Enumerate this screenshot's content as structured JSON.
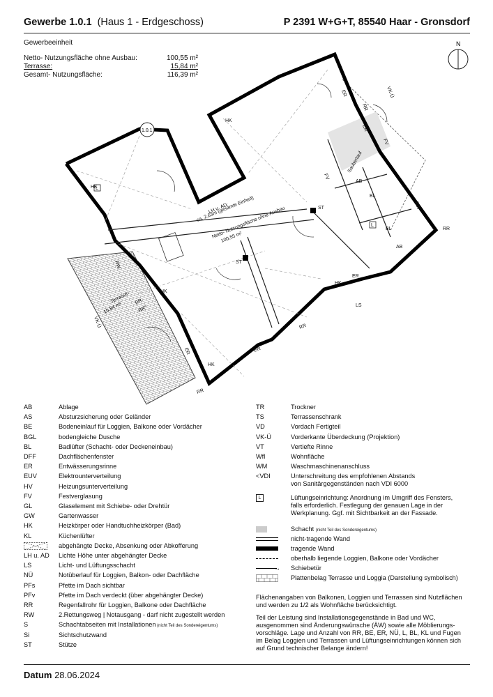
{
  "header": {
    "unit_id": "Gewerbe 1.0.1",
    "unit_location": "(Haus 1 - Erdgeschoss)",
    "project": "P 2391 W+G+T, 85540 Haar - Gronsdorf"
  },
  "unit_type": "Gewerbeeinheit",
  "areas": [
    {
      "label": "Netto- Nutzungsfläche ohne Ausbau:",
      "value": "100,55 m²"
    },
    {
      "label": "Terrasse:",
      "value": "15,84 m²"
    },
    {
      "label": "Gesamt- Nutzungsfläche:",
      "value": "116,39 m²"
    }
  ],
  "plan": {
    "north": "N",
    "unit_tag": "1.0.1",
    "lh_text_1": "LH u. AD:",
    "lh_text_2": "ca. 2,63m (gesamte Einheit)",
    "net_text_1": "Netto- Nutzungsfläche ohne Ausbau",
    "net_text_2": "100,55 m²",
    "terrace_text_1": "Terrasse:",
    "terrace_text_2": "15,84 m²",
    "sauberlauf": "Sauberlauf",
    "labels": {
      "hk": "HK",
      "er": "ER",
      "rr": "RR",
      "rw": "RW",
      "fv": "FV",
      "vk": "VK-Ü",
      "st": "ST",
      "ls": "LS",
      "bl": "BL",
      "ab": "AB",
      "l": "L",
      "rre": "RR°"
    }
  },
  "legend_left": [
    {
      "abbr": "AB",
      "desc": "Ablage"
    },
    {
      "abbr": "AS",
      "desc": "Absturzsicherung oder Geländer"
    },
    {
      "abbr": "BE",
      "desc": "Bodeneinlauf für Loggien, Balkone oder Vordächer"
    },
    {
      "abbr": "BGL",
      "desc": "bodengleiche Dusche"
    },
    {
      "abbr": "BL",
      "desc": "Badlüfter (Schacht- oder Deckeneinbau)"
    },
    {
      "abbr": "DFF",
      "desc": "Dachflächenfenster"
    },
    {
      "abbr": "ER",
      "desc": "Entwässerungsrinne"
    },
    {
      "abbr": "EUV",
      "desc": "Elektrounterverteilung"
    },
    {
      "abbr": "HV",
      "desc": "Heizungsunterverteilung"
    },
    {
      "abbr": "FV",
      "desc": "Festverglasung"
    },
    {
      "abbr": "GL",
      "desc": "Glaselement mit Schiebe- oder Drehtür"
    },
    {
      "abbr": "GW",
      "desc": "Gartenwasser"
    },
    {
      "abbr": "HK",
      "desc": "Heizkörper oder Handtuchheizkörper (Bad)"
    },
    {
      "abbr": "KL",
      "desc": "Küchenlüfter"
    },
    {
      "abbr": "",
      "desc": "abgehängte Decke, Absenkung oder Abkofferung"
    },
    {
      "abbr": "LH u. AD",
      "desc": "Lichte Höhe unter abgehängter Decke"
    },
    {
      "abbr": "LS",
      "desc": "Licht- und Lüftungsschacht"
    },
    {
      "abbr": "NÜ",
      "desc": "Notüberlauf für Loggien, Balkon- oder Dachfläche"
    },
    {
      "abbr": "PFs",
      "desc": "Pfette im Dach sichtbar"
    },
    {
      "abbr": "PFv",
      "desc": "Pfette im Dach verdeckt (über abgehängter Decke)"
    },
    {
      "abbr": "RR",
      "desc": "Regenfallrohr für Loggien, Balkone oder Dachfläche"
    },
    {
      "abbr": "RW",
      "desc": "2.Rettungsweg | Notausgang - darf nicht zugestellt werden"
    },
    {
      "abbr": "S",
      "desc": "Schachtabseiten mit Installationen",
      "small": "(nicht Teil des Sondereigentums)"
    },
    {
      "abbr": "Si",
      "desc": "Sichtschutzwand"
    },
    {
      "abbr": "ST",
      "desc": "Stütze"
    }
  ],
  "legend_right": [
    {
      "abbr": "TR",
      "desc": "Trockner"
    },
    {
      "abbr": "TS",
      "desc": "Terrassenschrank"
    },
    {
      "abbr": "VD",
      "desc": "Vordach Fertigteil"
    },
    {
      "abbr": "VK-Ü",
      "desc": "Vorderkante Überdeckung (Projektion)"
    },
    {
      "abbr": "VT",
      "desc": "Vertiefte Rinne"
    },
    {
      "abbr": "Wfl",
      "desc": "Wohnfläche"
    },
    {
      "abbr": "WM",
      "desc": "Waschmaschinenanschluss"
    },
    {
      "abbr": "<VDI",
      "desc": "Unterschreitung des empfohlenen Abstands",
      "desc2": "von Sanitärgegenständen nach VDI 6000"
    }
  ],
  "legend_symbols": {
    "l_symbol": "L",
    "l_desc_1": "Lüftungseinrichtung: Anordnung im Umgriff des Fensters,",
    "l_desc_2": "falls erforderlich. Festlegung der genauen Lage in der",
    "l_desc_3": "Werkplanung. Ggf. mit Sichtbarkeit an der Fassade.",
    "schacht": "Schacht",
    "schacht_small": "(nicht Teil des Sondereigentums)",
    "nicht_tragend": "nicht-tragende Wand",
    "tragend": "tragende Wand",
    "oberhalb": "oberhalb liegende Loggien, Balkone oder Vordächer",
    "schiebetuer": "Schiebetür",
    "plattenbelag": "Plattenbelag Terrasse und Loggia (Darstellung symbolisch)"
  },
  "notes": {
    "note1_1": "Flächenangaben von Balkonen, Loggien und Terrassen sind Nutzflächen",
    "note1_2": "und werden zu 1/2 als Wohnfläche berücksichtigt.",
    "note2_1": "Teil der Leistung sind Installationsgegenstände in Bad und WC,",
    "note2_2": "ausgenommen sind Änderungswünsche (ÄW) sowie alle Möblierungs-",
    "note2_3": "vorschläge. Lage und Anzahl von RR, BE, ER, NÜ, L, BL, KL und Fugen",
    "note2_4": "im Belag Loggien und Terrassen und Lüftungseinrichtungen können sich",
    "note2_5": "auf Grund technischer Belange ändern!"
  },
  "footer": {
    "label": "Datum",
    "date": "28.06.2024"
  }
}
